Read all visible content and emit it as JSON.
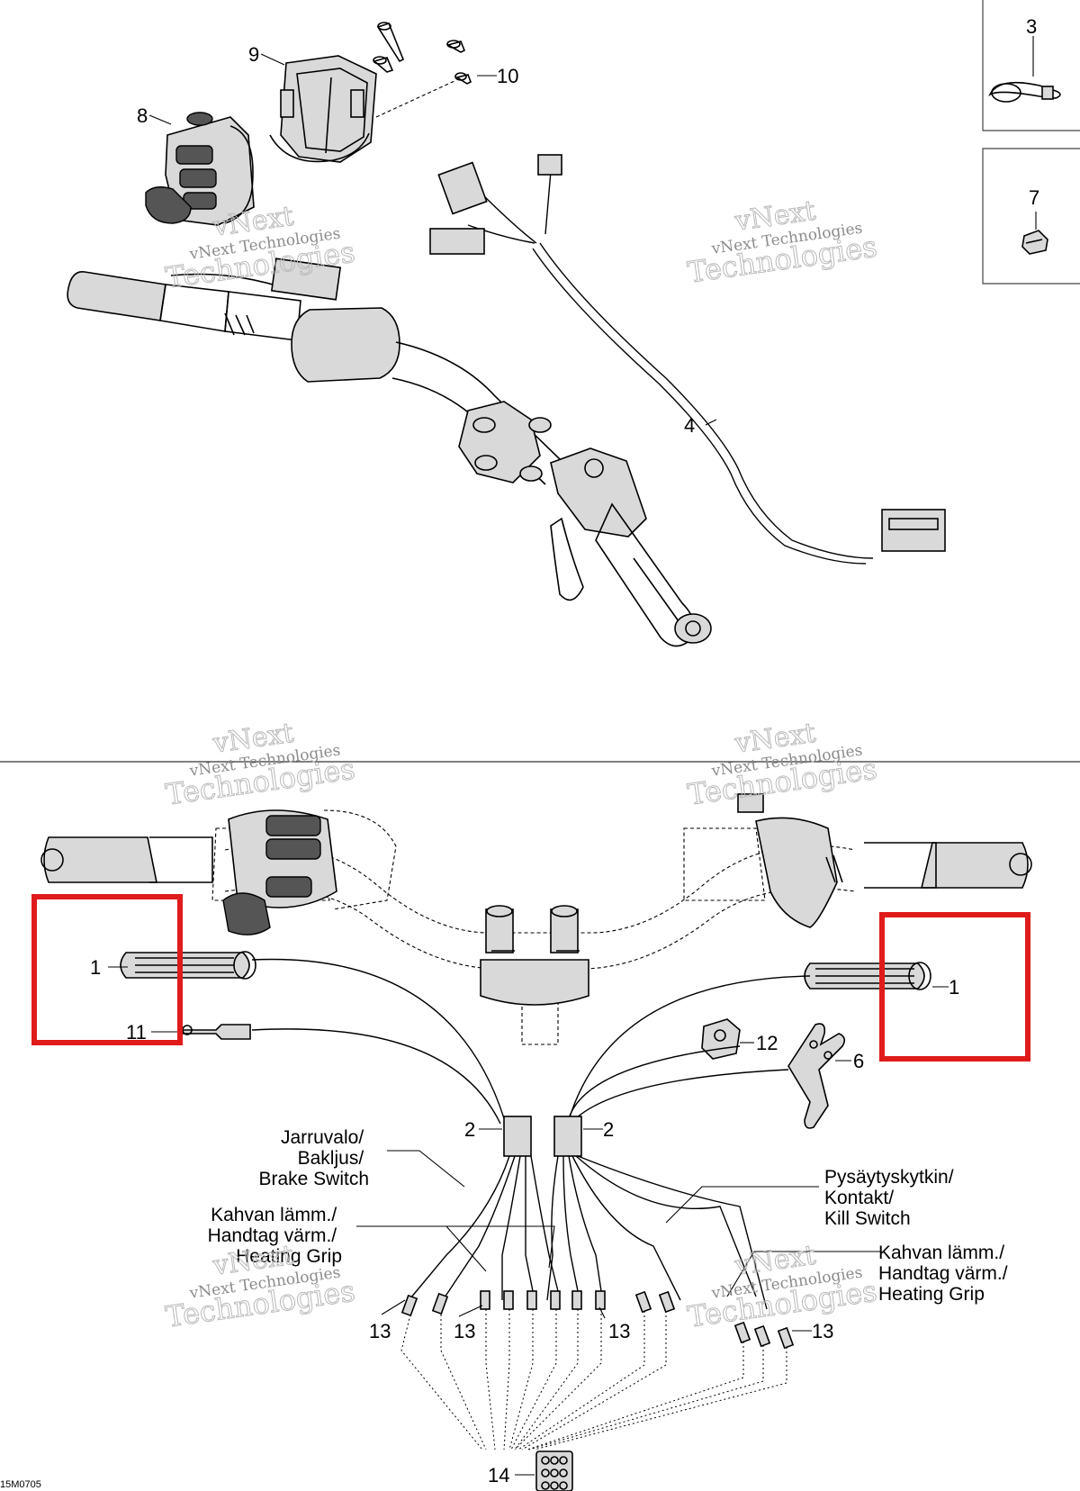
{
  "callouts": {
    "c1_left": "1",
    "c1_right": "1",
    "c2_left": "2",
    "c2_right": "2",
    "c3": "3",
    "c4": "4",
    "c6": "6",
    "c7": "7",
    "c8": "8",
    "c9": "9",
    "c10": "10",
    "c11": "11",
    "c12": "12",
    "c13_a": "13",
    "c13_b": "13",
    "c13_c": "13",
    "c13_d": "13",
    "c14": "14"
  },
  "labels": {
    "brake": [
      "Jarruvalo/",
      "Bakljus/",
      "Brake Switch"
    ],
    "heat_left": [
      "Kahvan lämm./",
      "Handtag värm./",
      "Heating Grip"
    ],
    "kill": [
      "Pysäytyskytkin/",
      "Kontakt/",
      "Kill Switch"
    ],
    "heat_right": [
      "Kahvan lämm./",
      "Handtag värm./",
      "Heating Grip"
    ]
  },
  "drawing_code": "15M0705",
  "watermark": {
    "line1": "vNext",
    "line2": "vNext Technologies",
    "line3": "Technologies"
  },
  "colors": {
    "highlight": "#e01b1b",
    "line": "#000000",
    "shade": "#d9d9d9"
  }
}
